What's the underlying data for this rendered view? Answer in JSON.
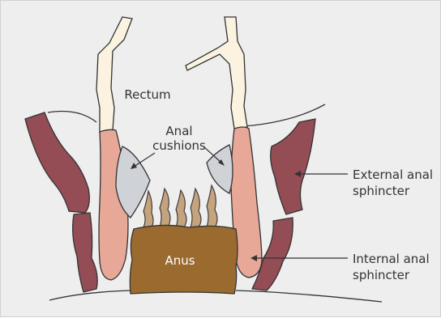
{
  "labels": {
    "rectum": "Rectum",
    "anal_cushions_line1": "Anal",
    "anal_cushions_line2": "cushions",
    "anus": "Anus",
    "external_line1": "External anal",
    "external_line2": "sphincter",
    "internal_line1": "Internal anal",
    "internal_line2": "sphincter"
  },
  "colors": {
    "background": "#eeeeee",
    "rectal_wall": "#fbf3df",
    "internal_sphincter": "#e8a898",
    "external_sphincter": "#944c55",
    "anal_cushion": "#cfd2d6",
    "anal_column": "#c4a37d",
    "anus": "#9b6a2f",
    "outline": "#333333"
  }
}
